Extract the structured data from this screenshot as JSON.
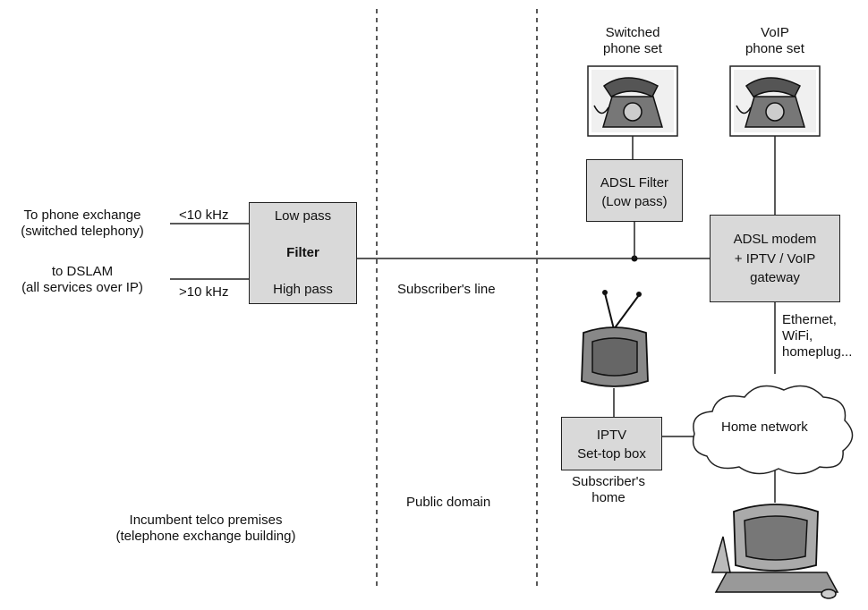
{
  "left": {
    "phone_exchange_line1": "To phone exchange",
    "phone_exchange_line2": "(switched telephony)",
    "dslam_line1": "to DSLAM",
    "dslam_line2": "(all services over IP)",
    "low_freq": "<10 kHz",
    "high_freq": ">10 kHz",
    "premises_line1": "Incumbent telco premises",
    "premises_line2": "(telephone exchange building)"
  },
  "filter": {
    "low": "Low pass",
    "title": "Filter",
    "high": "High pass"
  },
  "middle": {
    "line_label": "Subscriber's line",
    "domain_label": "Public domain"
  },
  "home": {
    "switched_line1": "Switched",
    "switched_line2": "phone set",
    "voip_line1": "VoIP",
    "voip_line2": "phone set",
    "adsl_filter_line1": "ADSL Filter",
    "adsl_filter_line2": "(Low pass)",
    "modem_line1": "ADSL modem",
    "modem_line2": "+ IPTV / VoIP",
    "modem_line3": "gateway",
    "link_line1": "Ethernet,",
    "link_line2": "WiFi,",
    "link_line3": "homeplug...",
    "stb_line1": "IPTV",
    "stb_line2": "Set-top box",
    "network": "Home network",
    "home_line1": "Subscriber's",
    "home_line2": "home"
  }
}
